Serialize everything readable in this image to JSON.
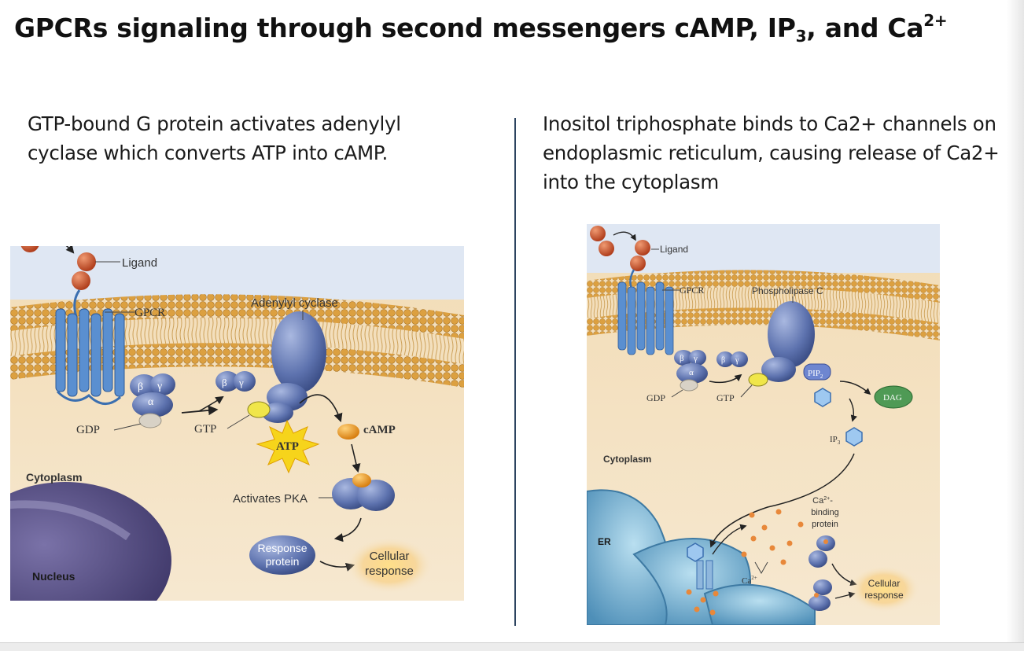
{
  "title": {
    "main": "GPCRs signaling through second messengers cAMP, IP",
    "sub": "3",
    "mid": ", and Ca",
    "sup": "2+"
  },
  "captions": {
    "left": "GTP-bound G protein activates adenylyl cyclase which converts ATP into cAMP.",
    "right": "Inositol triphosphate binds to Ca2+ channels on endoplasmic reticulum, causing release of Ca2+ into the cytoplasm"
  },
  "left_diagram": {
    "ligand": "Ligand",
    "gpcr": "GPCR",
    "adenylyl_cyclase": "Adenylyl cyclase",
    "beta": "β",
    "gamma": "γ",
    "alpha": "α",
    "gdp": "GDP",
    "gtp": "GTP",
    "atp": "ATP",
    "camp": "cAMP",
    "activates_pka": "Activates PKA",
    "cytoplasm": "Cytoplasm",
    "response_protein_1": "Response",
    "response_protein_2": "protein",
    "cellular_response_1": "Cellular",
    "cellular_response_2": "response",
    "nucleus": "Nucleus"
  },
  "right_diagram": {
    "ligand": "Ligand",
    "gpcr": "GPCR",
    "phospholipase_c": "Phospholipase C",
    "beta": "β",
    "gamma": "γ",
    "alpha": "α",
    "gdp": "GDP",
    "gtp": "GTP",
    "pip2": "PIP",
    "pip2_sub": "2",
    "dag": "DAG",
    "ip3": "IP",
    "ip3_sub": "3",
    "cytoplasm": "Cytoplasm",
    "ca_binding_1": "Ca",
    "ca_binding_sup": "2+",
    "ca_binding_dash": "-",
    "ca_binding_2": "binding",
    "ca_binding_3": "protein",
    "er": "ER",
    "ca": "Ca",
    "ca_sup": "2+",
    "cellular_response_1": "Cellular",
    "cellular_response_2": "response"
  },
  "colors": {
    "membrane_head": "#d89a36",
    "cytoplasm": "#f3e1c2",
    "extracellular": "#dfe7f3",
    "protein_blue": "#5a6fa8",
    "ligand": "#c8502b",
    "atp_burst": "#f5d41c",
    "divider": "#2d4460"
  }
}
